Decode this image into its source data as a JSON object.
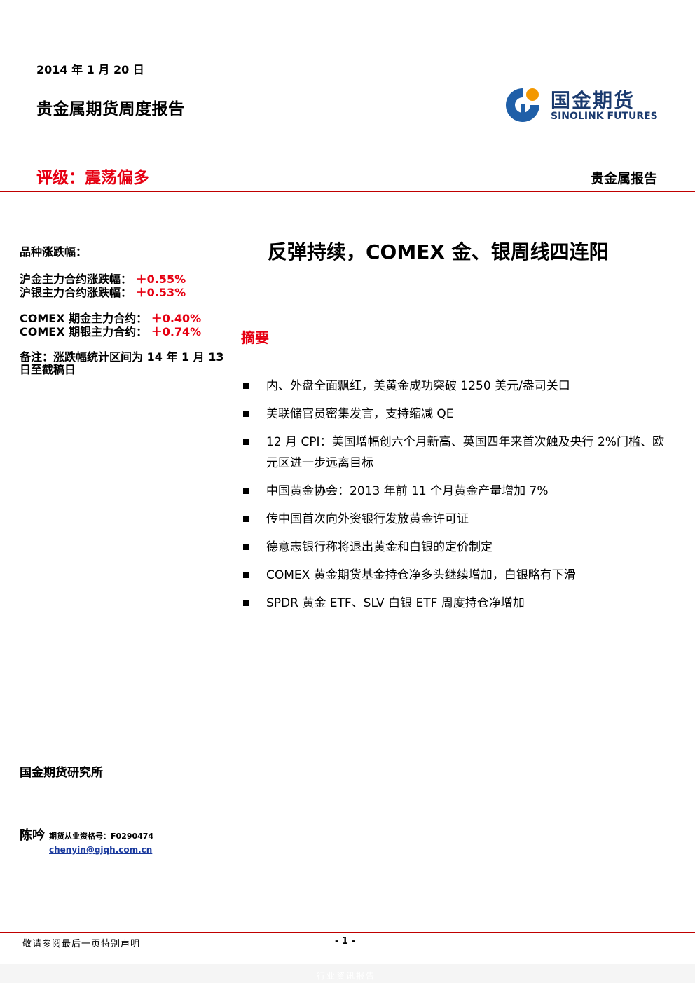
{
  "header": {
    "date": "2014 年 1 月 20 日",
    "report_title": "贵金属期货周度报告",
    "rating": "评级：震荡偏多",
    "category": "贵金属报告"
  },
  "logo": {
    "name_cn": "国金期货",
    "name_en": "SINOLINK FUTURES",
    "colors": {
      "blue": "#1f5fa8",
      "orange": "#f39800"
    }
  },
  "sidebar": {
    "title": "品种涨跌幅：",
    "domestic": [
      {
        "label": "沪金主力合约涨跌幅：",
        "value": "＋0.55%"
      },
      {
        "label": "沪银主力合约涨跌幅：",
        "value": "＋0.53%"
      }
    ],
    "comex": [
      {
        "label": "COMEX 期金主力合约：",
        "value": "＋0.40%"
      },
      {
        "label": "COMEX 期银主力合约：",
        "value": "＋0.74%"
      }
    ],
    "note": "备注：涨跌幅统计区间为 14 年 1 月 13 日至截稿日"
  },
  "main": {
    "headline": "反弹持续，COMEX 金、银周线四连阳",
    "summary_heading": "摘要",
    "bullets": [
      "内、外盘全面飘红，美黄金成功突破 1250 美元/盎司关口",
      "美联储官员密集发言，支持缩减 QE",
      "12 月 CPI：美国增幅创六个月新高、英国四年来首次触及央行 2%门槛、欧元区进一步远离目标",
      "中国黄金协会：2013 年前 11 个月黄金产量增加 7%",
      "传中国首次向外资银行发放黄金许可证",
      "德意志银行称将退出黄金和白银的定价制定",
      "COMEX 黄金期货基金持仓净多头继续增加，白银略有下滑",
      "SPDR 黄金 ETF、SLV 白银 ETF 周度持仓净增加"
    ]
  },
  "author": {
    "institute": "国金期货研究所",
    "name": "陈吟",
    "license": "期货从业资格号：F0290474",
    "email": "chenyin@gjqh.com.cn"
  },
  "footer": {
    "note": "敬请参阅最后一页特别声明",
    "page": "- 1 -",
    "watermark": "行业资讯报告"
  },
  "theme": {
    "accent_red": "#e60012",
    "rule_red": "#c00000",
    "brand_navy": "#1a3a6e"
  }
}
